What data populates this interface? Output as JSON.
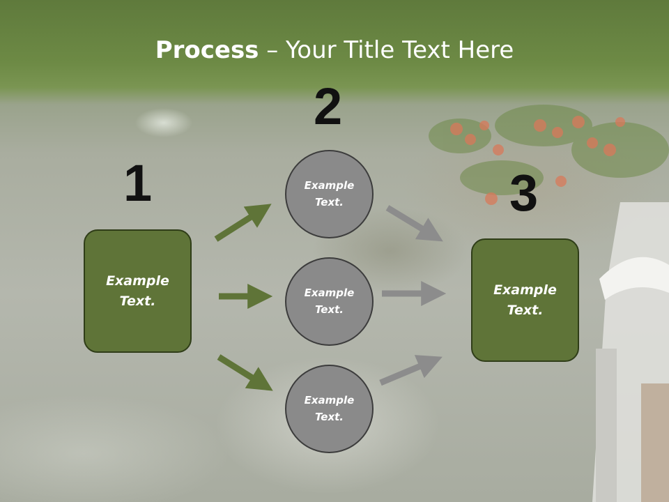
{
  "title": {
    "bold": "Process",
    "rest": " – Your Title Text Here"
  },
  "steps": {
    "one": {
      "number": "1",
      "box_label": "Example\nText."
    },
    "two": {
      "number": "2",
      "circles": [
        "Example\nText.",
        "Example\nText.",
        "Example\nText."
      ]
    },
    "three": {
      "number": "3",
      "box_label": "Example\nText."
    }
  },
  "colors": {
    "box_fill": "#5f7438",
    "circle_fill": "#8a8a8a",
    "green_arrow": "#5f7438",
    "gray_arrow": "#8c8c8c"
  }
}
